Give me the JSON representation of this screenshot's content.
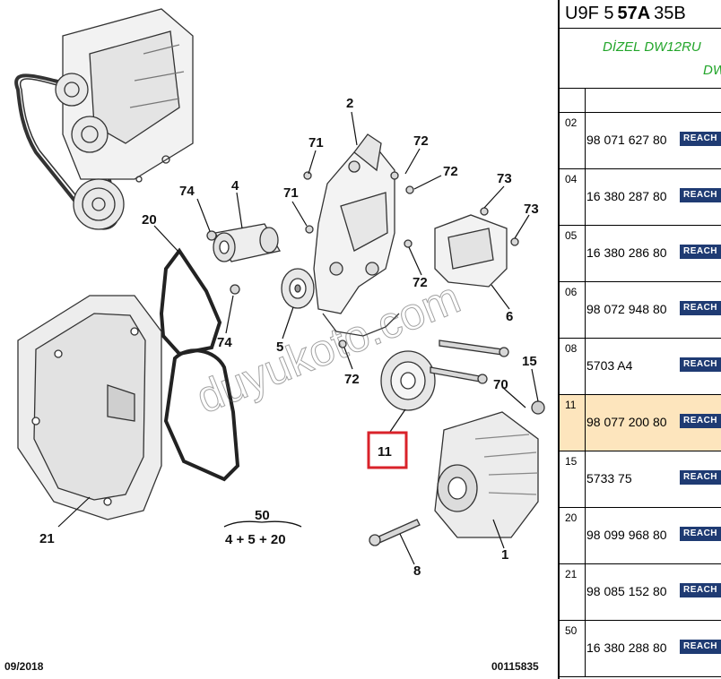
{
  "diagram": {
    "callouts": [
      "2",
      "71",
      "72",
      "72",
      "74",
      "4",
      "71",
      "73",
      "73",
      "20",
      "6",
      "72",
      "5",
      "74",
      "72",
      "15",
      "70",
      "11",
      "1",
      "21",
      "8"
    ],
    "kit": {
      "number": "50",
      "formula": "4 + 5 + 20"
    },
    "watermark": "duyukoto.com",
    "date": "09/2018",
    "doc_number": "00115835",
    "highlight_color": "#d9222a"
  },
  "table": {
    "ref_prefix": "U9F 5",
    "ref_bold": "57A",
    "ref_suffix": "35B",
    "engine_line1": "DİZEL DW12RU",
    "engine_line2": "DW",
    "engine_color": "#22a52a",
    "highlight_bg": "#fde5bd",
    "rows": [
      {
        "ref": "02",
        "pn": "98 071 627 80",
        "badge": "REACH"
      },
      {
        "ref": "04",
        "pn": "16 380 287 80",
        "badge": "REACH"
      },
      {
        "ref": "05",
        "pn": "16 380 286 80",
        "badge": "REACH"
      },
      {
        "ref": "06",
        "pn": "98 072 948 80",
        "badge": "REACH"
      },
      {
        "ref": "08",
        "pn": "5703 A4",
        "badge": "REACH"
      },
      {
        "ref": "11",
        "pn": "98 077 200 80",
        "badge": "REACH"
      },
      {
        "ref": "15",
        "pn": "5733 75",
        "badge": "REACH"
      },
      {
        "ref": "20",
        "pn": "98 099 968 80",
        "badge": "REACH"
      },
      {
        "ref": "21",
        "pn": "98 085 152 80",
        "badge": "REACH"
      },
      {
        "ref": "50",
        "pn": "16 380 288 80",
        "badge": "REACH"
      }
    ]
  }
}
